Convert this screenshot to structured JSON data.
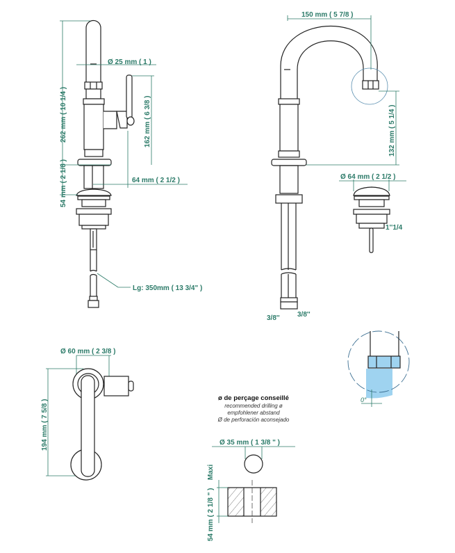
{
  "side_view": {
    "height_total": "262 mm ( 10 1/4 )",
    "spout_diameter": "Ø 25 mm ( 1 )",
    "handle_height": "162 mm ( 6 3/8 )",
    "deck_thickness": "54 mm ( 2 1/8 )",
    "handle_reach": "64 mm ( 2 1/2 )",
    "hose_length": "Lg: 350mm ( 13 3/4\" )"
  },
  "front_view": {
    "spout_reach": "150 mm ( 5 7/8 )",
    "spout_height": "132 mm ( 5 1/4 )",
    "hose_left": "3/8''",
    "hose_right": "3/8''"
  },
  "drain": {
    "diameter": "Ø 64 mm ( 2 1/2 )",
    "thread": "1''1/4"
  },
  "detail": {
    "angle": "0°",
    "accent_color": "#9fd3f0"
  },
  "top_view": {
    "base_diameter": "Ø 60 mm ( 2 3/8 )",
    "length": "194 mm ( 7 5/8 )"
  },
  "drilling": {
    "title": "ø de perçage conseillé",
    "line_en": "recommended drilling ø",
    "line_de": "empfohlener abstand",
    "line_es": "Ø de perforación aconsejado",
    "hole_diameter": "Ø 35 mm ( 1 3/8 \" )",
    "max_label": "Maxi",
    "max_thickness": "54 mm ( 2 1/8 \" )"
  }
}
